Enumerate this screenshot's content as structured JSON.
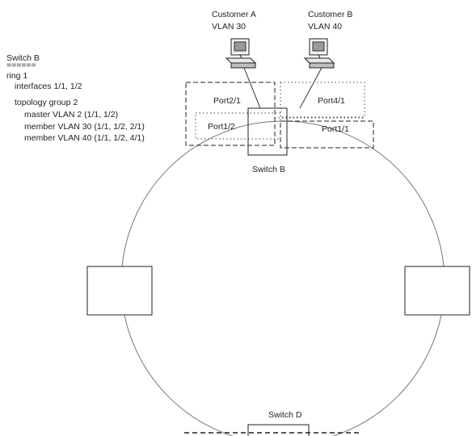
{
  "config": {
    "title": "Switch B",
    "underline": "======",
    "lines": [
      "ring 1",
      "interfaces 1/1, 1/2",
      "topology group 2",
      "master VLAN 2 (1/1, 1/2)",
      "member VLAN 30 (1/1, 1/2, 2/1)",
      "member VLAN 40 (1/1, 1/2, 4/1)"
    ]
  },
  "customers": [
    {
      "name": "Customer A",
      "vlan": "VLAN 30",
      "icon": "computer-icon"
    },
    {
      "name": "Customer B",
      "vlan": "VLAN 40",
      "icon": "computer-icon"
    }
  ],
  "ports": {
    "p21": "Port2/1",
    "p41": "Port4/1",
    "p12": "Port1/2",
    "p11": "Port1/1"
  },
  "switches": {
    "b": "Switch B",
    "d": "Switch D"
  }
}
